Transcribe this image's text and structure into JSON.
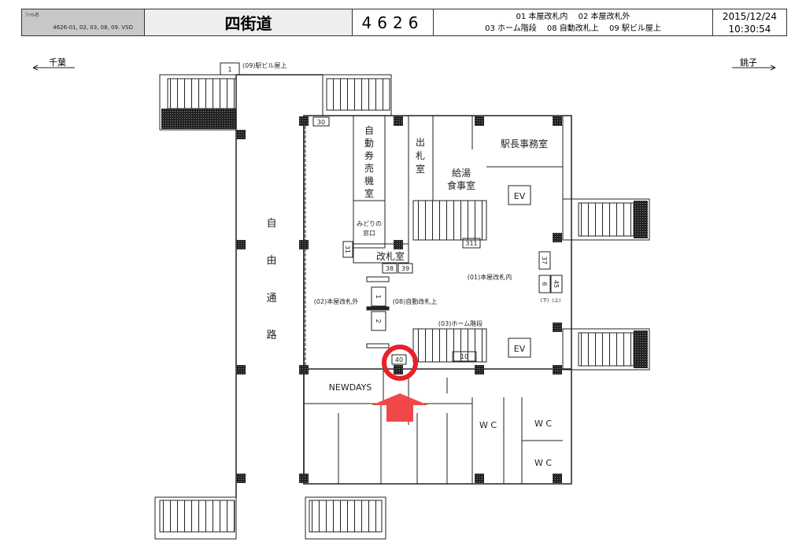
{
  "header": {
    "file_label": "ﾌｧｲﾙ名",
    "file_name": "4626-01, 02, 03, 08, 09. VSD",
    "station": "四街道",
    "code": "4626",
    "exits_line1": "01 本屋改札内　 02 本屋改札外",
    "exits_line2": "03 ホーム階段　 08 自動改札上　 09 駅ビル屋上",
    "date": "2015/12/24",
    "time": "10:30:54"
  },
  "directions": {
    "left": "千葉",
    "right": "銚子"
  },
  "plan": {
    "free_passage": [
      "自",
      "由",
      "通",
      "路"
    ],
    "ticket_machine": [
      "自",
      "動",
      "券",
      "売",
      "機",
      "室"
    ],
    "ticket_office_sub": [
      "出",
      "札",
      "室"
    ],
    "midori_line1": "みどりの",
    "midori_line2": "窓口",
    "gate_office": "改札室",
    "station_master": "駅長事務室",
    "kitchen_line1": "給湯",
    "kitchen_line2": "食事室",
    "ev": "EV",
    "newdays": "NEWDAYS",
    "wc": "W C",
    "labels": {
      "rooftop": "(09)駅ビル屋上",
      "inside": "(01)本屋改札内",
      "outside": "(02)本屋改札外",
      "autogate": "(08)自動改札上",
      "stairs": "(03)ホーム階段",
      "down": "(下)",
      "up": "(上)"
    },
    "numbers": {
      "n1": "1",
      "n30": "30",
      "n31": "31",
      "n38": "38",
      "n39": "39",
      "n311": "311",
      "n37": "37",
      "n6": "6",
      "n45": "45",
      "n40": "40",
      "n10": "10",
      "g1": "1",
      "g2": "2"
    }
  },
  "colors": {
    "marker": "#e8202a",
    "arrow": "#f04848"
  }
}
